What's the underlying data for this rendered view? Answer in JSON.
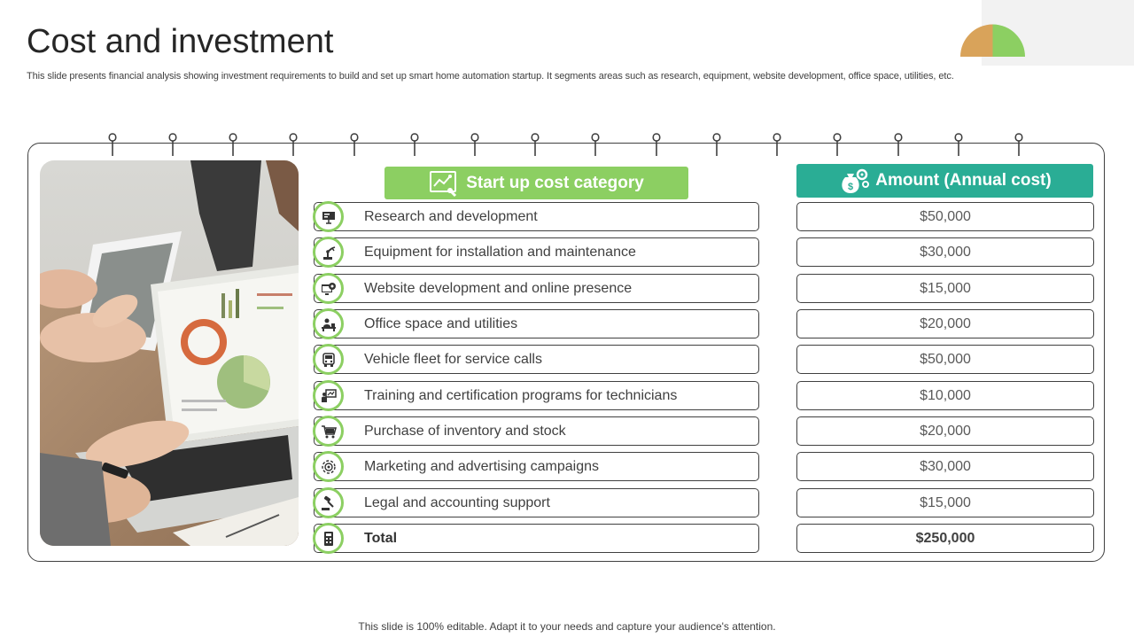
{
  "header": {
    "title": "Cost and investment",
    "subtitle": "This slide presents financial analysis showing investment requirements to build and set up smart home automation startup. It segments areas such as research, equipment, website development, office space, utilities, etc."
  },
  "table": {
    "category_header": "Start up cost category",
    "amount_header": "Amount (Annual cost)",
    "rows": [
      {
        "category": "Research and development",
        "amount": "$50,000",
        "icon": "presentation-icon"
      },
      {
        "category": "Equipment for installation and maintenance",
        "amount": "$30,000",
        "icon": "robotic-arm-icon"
      },
      {
        "category": "Website development and online presence",
        "amount": "$15,000",
        "icon": "website-gear-icon"
      },
      {
        "category": "Office space and utilities",
        "amount": "$20,000",
        "icon": "office-desk-icon"
      },
      {
        "category": "Vehicle fleet for service calls",
        "amount": "$50,000",
        "icon": "vehicle-icon"
      },
      {
        "category": "Training and certification programs for technicians",
        "amount": "$10,000",
        "icon": "training-board-icon"
      },
      {
        "category": "Purchase of inventory and stock",
        "amount": "$20,000",
        "icon": "shopping-cart-icon"
      },
      {
        "category": "Marketing and advertising campaigns",
        "amount": "$30,000",
        "icon": "target-icon"
      },
      {
        "category": "Legal and accounting support",
        "amount": "$15,000",
        "icon": "gavel-icon"
      }
    ],
    "total": {
      "category": "Total",
      "amount": "$250,000",
      "icon": "calculator-icon"
    }
  },
  "footer": {
    "note": "This slide is 100% editable. Adapt it to your needs and capture your audience's attention."
  },
  "colors": {
    "category_green": "#8ccf62",
    "amount_teal": "#2aad95",
    "accent_orange": "#d9a35a"
  }
}
